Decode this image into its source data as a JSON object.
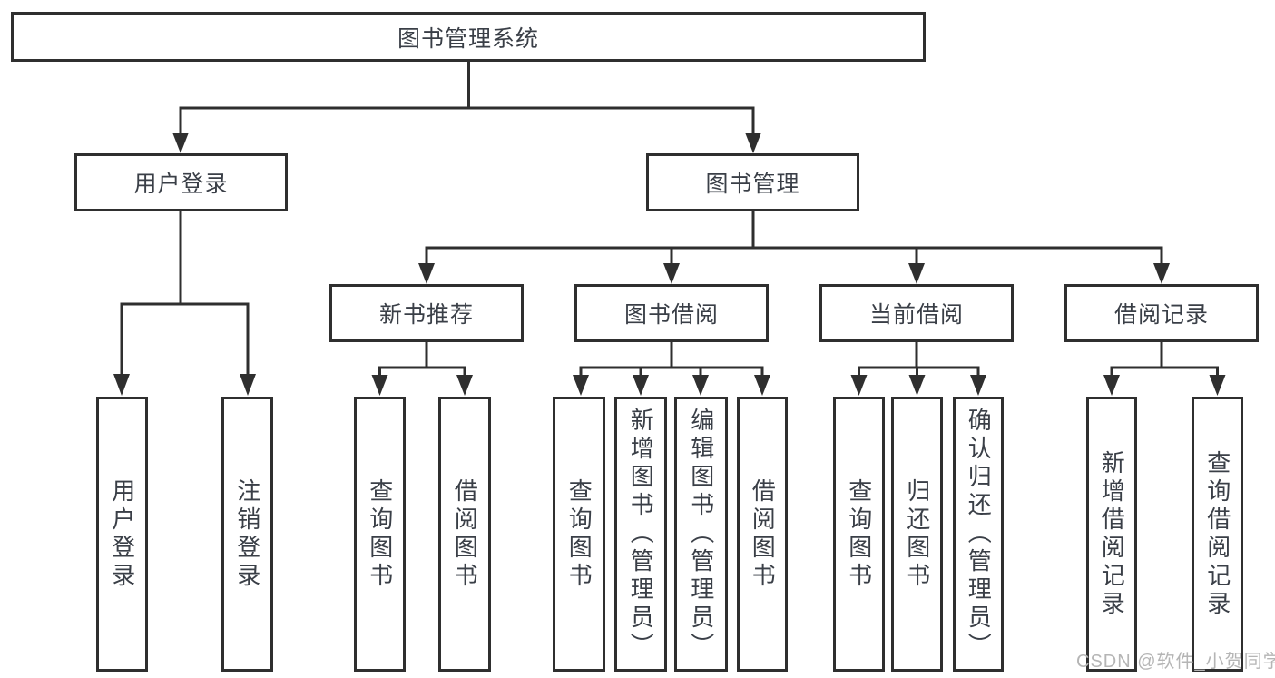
{
  "diagram": {
    "root": {
      "label": "图书管理系统"
    },
    "level2": [
      {
        "label": "用户登录"
      },
      {
        "label": "图书管理"
      }
    ],
    "level3": [
      {
        "label": "新书推荐"
      },
      {
        "label": "图书借阅"
      },
      {
        "label": "当前借阅"
      },
      {
        "label": "借阅记录"
      }
    ],
    "leaves": [
      {
        "label": "用户登录"
      },
      {
        "label": "注销登录"
      },
      {
        "label": "查询图书"
      },
      {
        "label": "借阅图书"
      },
      {
        "label": "查询图书"
      },
      {
        "label": "新增图书（管理员）"
      },
      {
        "label": "编辑图书（管理员）"
      },
      {
        "label": "借阅图书"
      },
      {
        "label": "查询图书"
      },
      {
        "label": "归还图书"
      },
      {
        "label": "确认归还（管理员）"
      },
      {
        "label": "新增借阅记录"
      },
      {
        "label": "查询借阅记录"
      }
    ],
    "watermark": "CSDN @软件_小贺同学",
    "colors": {
      "line": "#2f2f2f",
      "text": "#3a3f47",
      "watermark": "#b5b5b5",
      "box_background": "#ffffff"
    }
  }
}
